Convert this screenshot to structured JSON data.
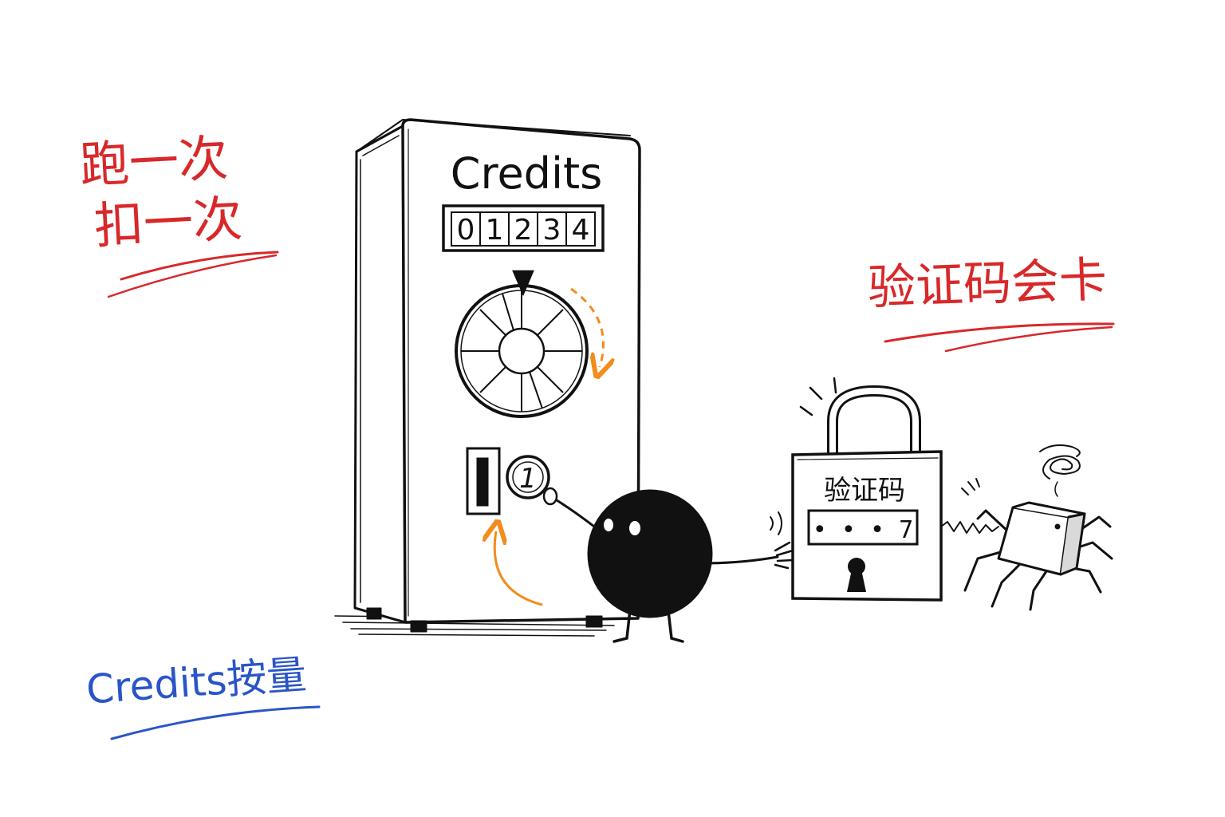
{
  "notes": {
    "run_once_line1": "跑一次",
    "run_once_line2": "扣一次",
    "captcha_stuck": "验证码会卡",
    "credits_metered": "Credits按量"
  },
  "machine": {
    "title": "Credits",
    "counter_digits": [
      "0",
      "1",
      "2",
      "3",
      "4"
    ],
    "coin_label": "1"
  },
  "padlock": {
    "label": "验证码",
    "code_display": "• • • 7"
  },
  "colors": {
    "ink": "#111111",
    "note_red": "#d8282a",
    "note_blue": "#2a55c8",
    "arrow_orange": "#f28c1c"
  },
  "icons": {
    "machine": "credits-vending-machine-icon",
    "wheel": "spinning-wheel-icon",
    "coin": "coin-icon",
    "character": "black-blob-character-icon",
    "padlock": "padlock-icon",
    "robot": "box-spider-robot-icon"
  }
}
